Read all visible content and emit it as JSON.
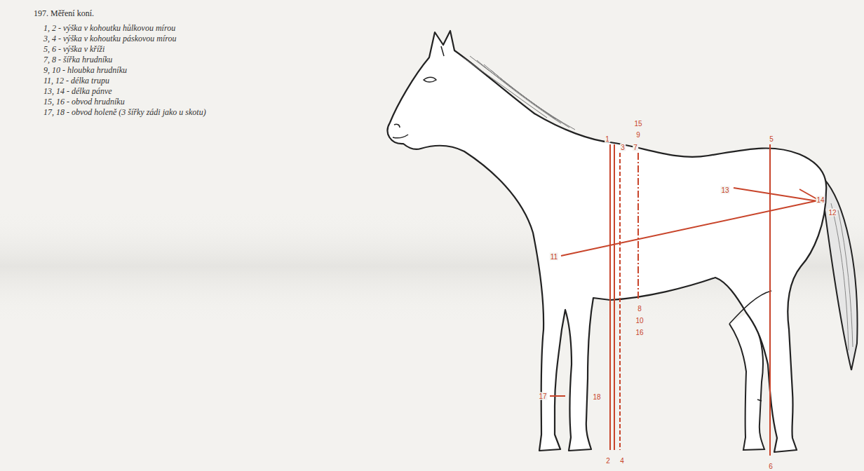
{
  "diagram": {
    "title": "197. Měření koní.",
    "labels": [
      "1, 2 - výška v kohoutku hůlkovou mírou",
      "3, 4 - výška v kohoutku páskovou mírou",
      "5, 6 - výška v kříži",
      "7, 8 - šířka hrudníku",
      "9, 10 - hloubka hrudníku",
      "11, 12 - délka trupu",
      "13, 14 - délka pánve",
      "15, 16 - obvod hrudníku",
      "17, 18 - obvod holeně (3 šířky zádi jako u skotu)",
      "15",
      "9",
      "1",
      "3",
      "7",
      "5",
      "13",
      "14",
      "12",
      "11",
      "8",
      "10",
      "16",
      "17",
      "18",
      "2",
      "4",
      "6"
    ]
  }
}
